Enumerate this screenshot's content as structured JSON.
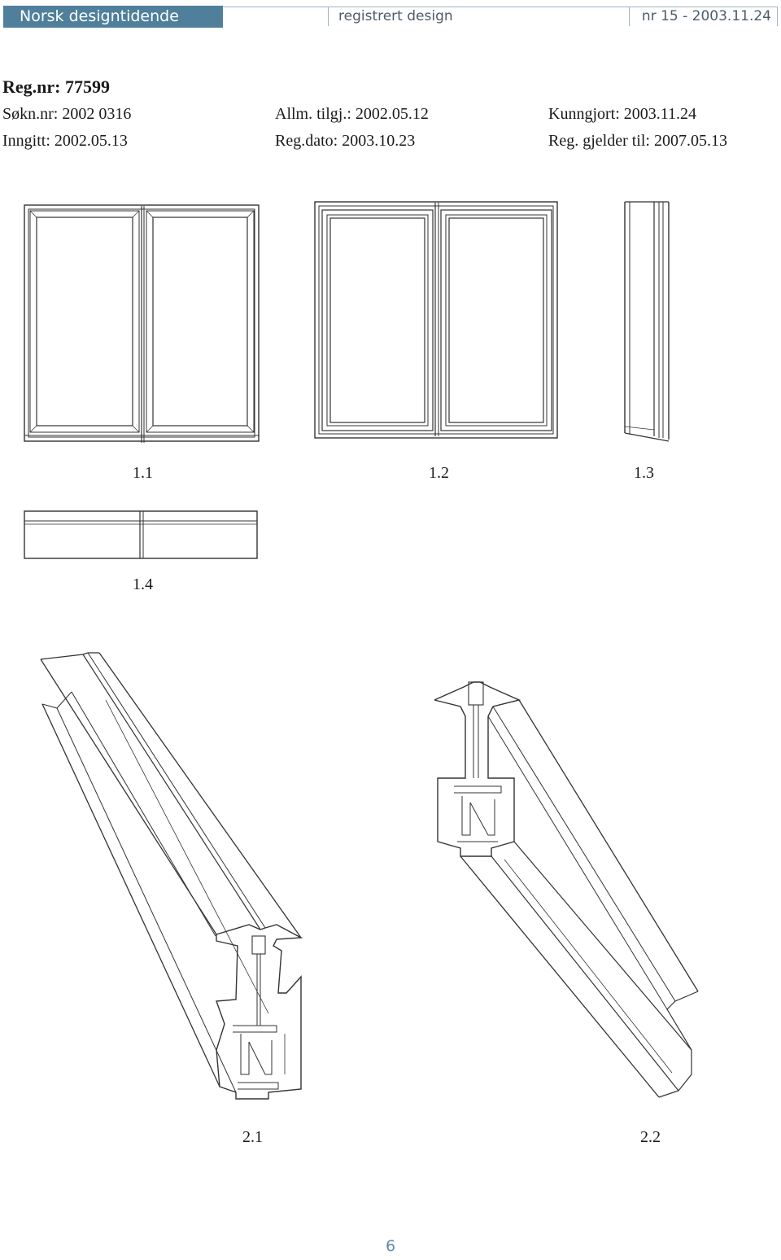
{
  "header": {
    "publication": "Norsk designtidende",
    "section": "registrert design",
    "issue": "nr 15 - 2003.11.24"
  },
  "record": {
    "reg_nr": "Reg.nr:  77599",
    "sokn_nr": "Søkn.nr: 2002 0316",
    "allm_tilgj": "Allm. tilgj.: 2002.05.12",
    "kunngjort": "Kunngjort: 2003.11.24",
    "inngitt": "Inngitt: 2002.05.13",
    "reg_dato": "Reg.dato: 2003.10.23",
    "reg_gjelder_til": "Reg. gjelder til: 2007.05.13"
  },
  "figures": [
    {
      "label": "1.1"
    },
    {
      "label": "1.2"
    },
    {
      "label": "1.3"
    },
    {
      "label": "1.4"
    },
    {
      "label": "2.1"
    },
    {
      "label": "2.2"
    }
  ],
  "footer": {
    "page_number": "6"
  }
}
